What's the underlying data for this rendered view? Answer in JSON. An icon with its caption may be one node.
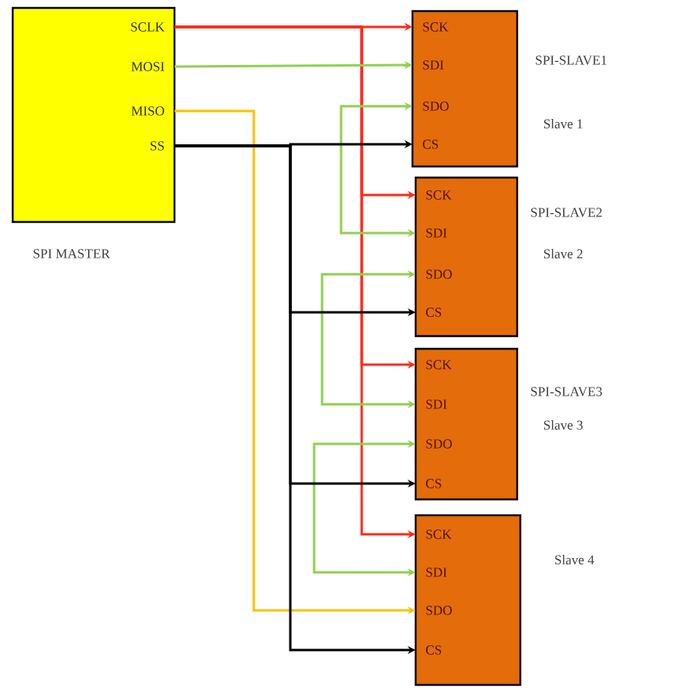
{
  "diagram": {
    "nodes": [
      {
        "text": [
          "SPI MASTER"
        ]
      },
      {
        "text": [
          "SCLK"
        ],
        "in": 0
      },
      {
        "text": [
          "MOSI"
        ],
        "in": 0
      },
      {
        "text": [
          "MISO"
        ],
        "in": 0
      },
      {
        "text": [
          "SS"
        ],
        "in": 0
      },
      {
        "text": [
          "SPI-SLAVE1"
        ],
        "beside": [
          "Slave 1"
        ]
      },
      {
        "text": [
          "SCK"
        ],
        "in": 5
      },
      {
        "text": [
          "SDI"
        ],
        "in": 5
      },
      {
        "text": [
          "SDO"
        ],
        "in": 5
      },
      {
        "text": [
          "CS"
        ],
        "in": 5
      },
      {
        "text": [
          "SPI-SLAVE2"
        ],
        "beside": [
          "Slave 2"
        ]
      },
      {
        "text": [
          "SCK"
        ],
        "in": 10
      },
      {
        "text": [
          "SDI"
        ],
        "in": 10
      },
      {
        "text": [
          "SDO"
        ],
        "in": 10
      },
      {
        "text": [
          "CS"
        ],
        "in": 10
      },
      {
        "text": [
          "SPI-SLAVE3"
        ],
        "beside": [
          "Slave 3"
        ]
      },
      {
        "text": [
          "SCK"
        ],
        "in": 15
      },
      {
        "text": [
          "SDI"
        ],
        "in": 15
      },
      {
        "text": [
          "SDO"
        ],
        "in": 15
      },
      {
        "text": [
          "CS"
        ],
        "in": 15
      },
      {
        "text": [],
        "shape": "box",
        "beside": [
          "Slave 4"
        ]
      },
      {
        "text": [
          "SCK"
        ],
        "in": 20
      },
      {
        "text": [
          "SDI"
        ],
        "in": 20
      },
      {
        "text": [
          "SDO"
        ],
        "in": 20
      },
      {
        "text": [
          "CS"
        ],
        "in": 20
      }
    ],
    "edges": [
      {
        "from": 1,
        "to": 6,
        "arrow": "to",
        "color": "#ff2a1a"
      },
      {
        "from": 1,
        "to": 11,
        "arrow": "to",
        "color": "#ff2a1a"
      },
      {
        "from": 1,
        "to": 16,
        "arrow": "to",
        "color": "#ff2a1a"
      },
      {
        "from": 1,
        "to": 21,
        "arrow": "to",
        "color": "#ff2a1a"
      },
      {
        "from": 2,
        "to": 7,
        "arrow": "to",
        "color": "#92d050"
      },
      {
        "from": 8,
        "to": 12,
        "arrow": "both",
        "color": "#92d050"
      },
      {
        "from": 13,
        "to": 17,
        "arrow": "both",
        "color": "#92d050"
      },
      {
        "from": 18,
        "to": 22,
        "arrow": "both",
        "color": "#92d050"
      },
      {
        "from": 3,
        "to": 23,
        "arrow": "to",
        "color": "#ffc000"
      },
      {
        "from": 4,
        "to": 9,
        "arrow": "to",
        "color": "#000000"
      },
      {
        "from": 4,
        "to": 14,
        "arrow": "to",
        "color": "#000000"
      },
      {
        "from": 4,
        "to": 19,
        "arrow": "to",
        "color": "#000000"
      },
      {
        "from": 4,
        "to": 24,
        "arrow": "to",
        "color": "#000000"
      }
    ]
  }
}
